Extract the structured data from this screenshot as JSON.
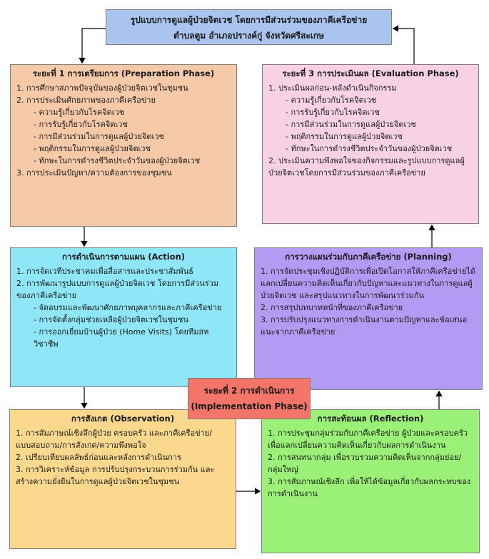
{
  "title": {
    "line1": "รูปแบบการดูแลผู้ป่วยจิตเวช โดยการมีส่วนร่วมของภาคีเครือข่าย",
    "line2": "ตำบลตูม อำเภอปรางค์กู่ จังหวัดศรีสะเกษ"
  },
  "prep": {
    "heading": "ระยะที่ 1 การเตรียมการ (Preparation Phase)",
    "items": [
      "1. การศึกษาสภาพปัจจุบันของผู้ป่วยจิตเวชในชุมชน",
      "2. การประเมินศักยภาพของภาคีเครือข่าย",
      "- ความรู้เกี่ยวกับโรคจิตเวช",
      "- การรับรู้เกี่ยวกับโรคจิตเวช",
      "- การมีส่วนร่วมในการดูแลผู้ป่วยจิตเวช",
      "- พฤติกรรมในการดูแลผู้ป่วยจิตเวช",
      "- ทักษะในการดำรงชีวิตประจำวันของผู้ป่วยจิตเวช",
      "3. การประเมินปัญหา/ความต้องการของชุมชน"
    ]
  },
  "evaluation": {
    "heading": "ระยะที่ 3 การประเมินผล (Evaluation Phase)",
    "items": [
      "1. ประเมินผลก่อน-หลังดำเนินกิจกรรม",
      "- ความรู้เกี่ยวกับโรคจิตเวช",
      "- การรับรู้เกี่ยวกับโรคจิตเวช",
      "- การมีส่วนร่วมในการดูแลผู้ป่วยจิตเวช",
      "- พฤติกรรมในการดูแลผู้ป่วยจิตเวช",
      "- ทักษะในการดำรงชีวิตประจำวันของผู้ป่วยจิตเวช",
      "2. ประเมินความพึงพอใจของกิจกรรมและรูปแบบการดูแลผู้ป่วยจิตเวชโดยการมีส่วนร่วมของภาคีเครือข่าย"
    ]
  },
  "action": {
    "heading": "การดำเนินการตามแผน (Action)",
    "items": [
      "1. การจัดเวทีประชาคมเพื่อสื่อสารและประชาสัมพันธ์",
      "2. การพัฒนารูปแบบการดูแลผู้ป่วยจิตเวช โดยการมีส่วนร่วมของภาคีเครือข่าย",
      "- จัดอบรมและพัฒนาศักยภาพบุคลากรและภาคีเครือข่าย",
      "- การจัดตั้งกลุ่มช่วยเหลือผู้ป่วยจิตเวชในชุมชน",
      "- การออกเยี่ยมบ้านผู้ป่วย (Home Visits) โดยทีมสหวิชาชีพ"
    ]
  },
  "planning": {
    "heading": "การวางแผนร่วมกับภาคีเครือข่าย (Planning)",
    "items": [
      "1. การจัดประชุมเชิงปฏิบัติการเพื่อเปิดโอกาสให้ภาคีเครือข่ายได้แลกเปลี่ยนความคิดเห็นเกี่ยวกับปัญหาและแนวทางในการดูแลผู้ป่วยจิตเวช และสรุปแนวทางในการพัฒนาร่วมกัน",
      "2. การสรุปบทบาทหน้าที่ของภาคีเครือข่าย",
      "3. การปรับปรุงแนวทางการดำเนินงานตามปัญหาและข้อเสนอแนะจากภาคีเครือข่าย"
    ]
  },
  "phase2": {
    "line1": "ระยะที่ 2 การดำเนินการ",
    "line2": "(Implementation Phase)"
  },
  "observation": {
    "heading": "การสังเกต (Observation)",
    "items": [
      "1. การสัมภาษณ์เชิงลึกผู้ป่วย ครอบครัว และภาคีเครือข่าย/แบบสอบถาม/การสังเกต/ความพึงพอใจ",
      "2. เปรียบเทียบผลลัพธ์ก่อนและหลังการดำเนินการ",
      "3. การวิเคราะห์ข้อมูล การปรับปรุงกระบวนการร่วมกัน และสร้างความยั่งยืนในการดูแลผู้ป่วยจิตเวชในชุมชน"
    ]
  },
  "reflection": {
    "heading": "การสะท้อนผล (Reflection)",
    "items": [
      "1. การประชุมกลุ่มร่วมกับภาคีเครือข่าย ผู้ป่วยและครอบครัว เพื่อแลกเปลี่ยนความคิดเห็นเกี่ยวกับผลการดำเนินงาน",
      "2. การสนทนากลุ่ม เพื่อรวบรวมความคิดเห็นจากกลุ่มย่อย/กลุ่มใหญ่",
      "3. การสัมภาษณ์เชิงลึก เพื่อให้ได้ข้อมูลเกี่ยวกับผลกระทบของการดำเนินงาน"
    ]
  }
}
